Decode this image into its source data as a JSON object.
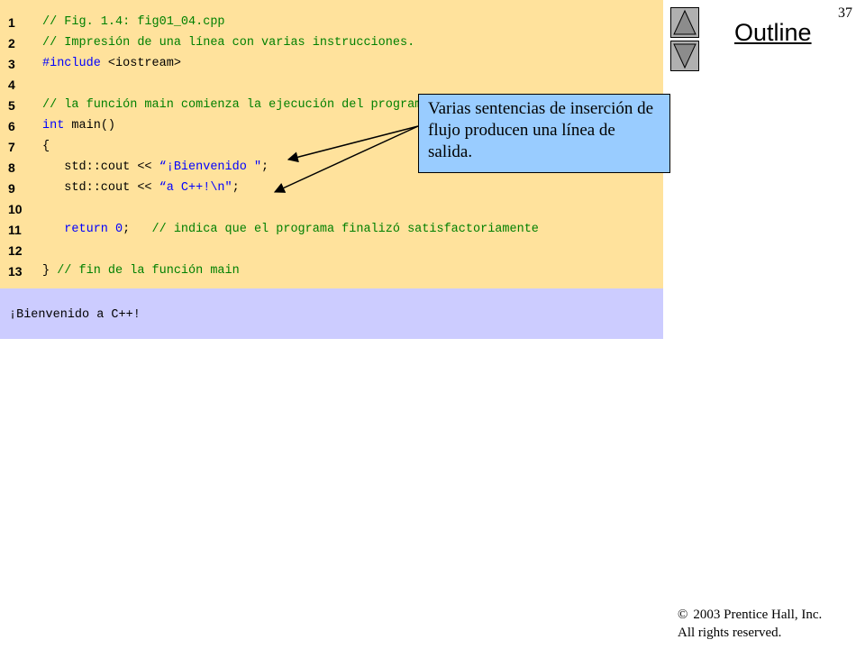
{
  "slide": {
    "page_number": "37",
    "outline_label": "Outline"
  },
  "code": {
    "lines": [
      {
        "num": "1",
        "parts": [
          {
            "t": "// Fig. 1.4: fig01_04.cpp",
            "c": "cm"
          }
        ]
      },
      {
        "num": "2",
        "parts": [
          {
            "t": "// Impresión de una línea con varias instrucciones.",
            "c": "cm"
          }
        ]
      },
      {
        "num": "3",
        "parts": [
          {
            "t": "#include ",
            "c": "kw"
          },
          {
            "t": "<iostream>",
            "c": "tx"
          }
        ]
      },
      {
        "num": "4",
        "parts": []
      },
      {
        "num": "5",
        "parts": [
          {
            "t": "// la función main comienza la ejecución del programa",
            "c": "cm"
          }
        ]
      },
      {
        "num": "6",
        "parts": [
          {
            "t": "int",
            "c": "kw"
          },
          {
            "t": " main()",
            "c": "tx"
          }
        ]
      },
      {
        "num": "7",
        "parts": [
          {
            "t": "{",
            "c": "tx"
          }
        ]
      },
      {
        "num": "8",
        "parts": [
          {
            "t": "   std::cout << ",
            "c": "tx"
          },
          {
            "t": "“¡Bienvenido \"",
            "c": "st"
          },
          {
            "t": ";",
            "c": "tx"
          }
        ]
      },
      {
        "num": "9",
        "parts": [
          {
            "t": "   std::cout << ",
            "c": "tx"
          },
          {
            "t": "“a C++!\\n\"",
            "c": "st"
          },
          {
            "t": ";",
            "c": "tx"
          }
        ]
      },
      {
        "num": "10",
        "parts": []
      },
      {
        "num": "11",
        "parts": [
          {
            "t": "   return ",
            "c": "kw"
          },
          {
            "t": "0",
            "c": "st"
          },
          {
            "t": ";   ",
            "c": "tx"
          },
          {
            "t": "// indica que el programa finalizó satisfactoriamente",
            "c": "cm"
          }
        ]
      },
      {
        "num": "12",
        "parts": []
      },
      {
        "num": "13",
        "parts": [
          {
            "t": "} ",
            "c": "tx"
          },
          {
            "t": "// fin de la función main",
            "c": "cm"
          }
        ]
      }
    ]
  },
  "output": {
    "text": "¡Bienvenido a C++!"
  },
  "callout": {
    "text": "Varias sentencias de inserción de flujo producen una línea de salida."
  },
  "footer": {
    "copyright_year_line": "2003 Prentice Hall, Inc.",
    "rights_line": "All rights reserved."
  },
  "icons": {
    "nav_up": "triangle-up-icon",
    "nav_down": "triangle-down-icon",
    "copyright": "copyright-icon"
  },
  "colors": {
    "code_bg": "#ffe29c",
    "output_bg": "#ccccff",
    "callout_bg": "#99ccff",
    "comment": "#008000",
    "keyword": "#0000ff"
  }
}
